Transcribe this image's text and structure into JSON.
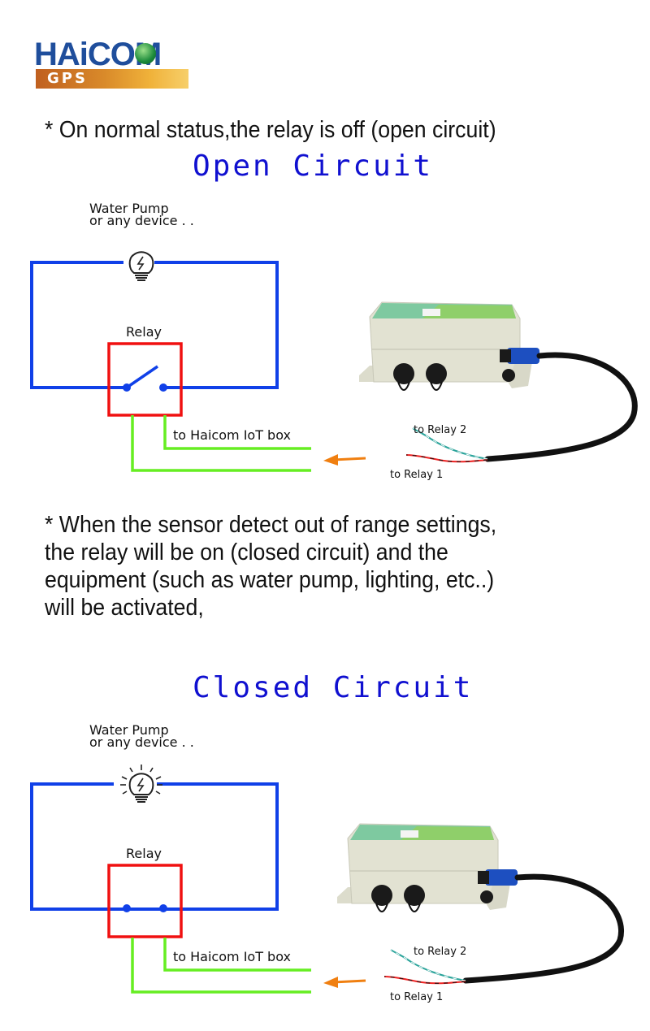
{
  "logo": {
    "brand": "HAiCOM",
    "sub": "GPS"
  },
  "intro": {
    "text": "* On normal status,the relay is off (open circuit)"
  },
  "open_section": {
    "title": "Open Circuit",
    "device_label_line1": "Water Pump",
    "device_label_line2": "or any device . .",
    "relay_label": "Relay",
    "iot_label": "to Haicom IoT box",
    "relay2_label": "to Relay 2",
    "relay1_label": "to Relay 1",
    "lamp_state": "off",
    "switch_state": "open"
  },
  "description": {
    "lines": [
      "* When the sensor detect out of range settings,",
      "the relay will be on (closed circuit) and the",
      "equipment (such as water pump, lighting, etc..)",
      "will be activated,"
    ]
  },
  "closed_section": {
    "title": "Closed Circuit",
    "device_label_line1": "Water Pump",
    "device_label_line2": "or any device . .",
    "relay_label": "Relay",
    "iot_label": "to Haicom IoT box",
    "relay2_label": "to Relay 2",
    "relay1_label": "to Relay 1",
    "lamp_state": "on",
    "switch_state": "closed"
  },
  "colors": {
    "circuit_blue": "#1040e8",
    "relay_red": "#f01010",
    "wire_green": "#66ee22",
    "arrow_orange": "#f07f10",
    "title_blue": "#1010d0",
    "brand_blue": "#1f4e9c"
  }
}
